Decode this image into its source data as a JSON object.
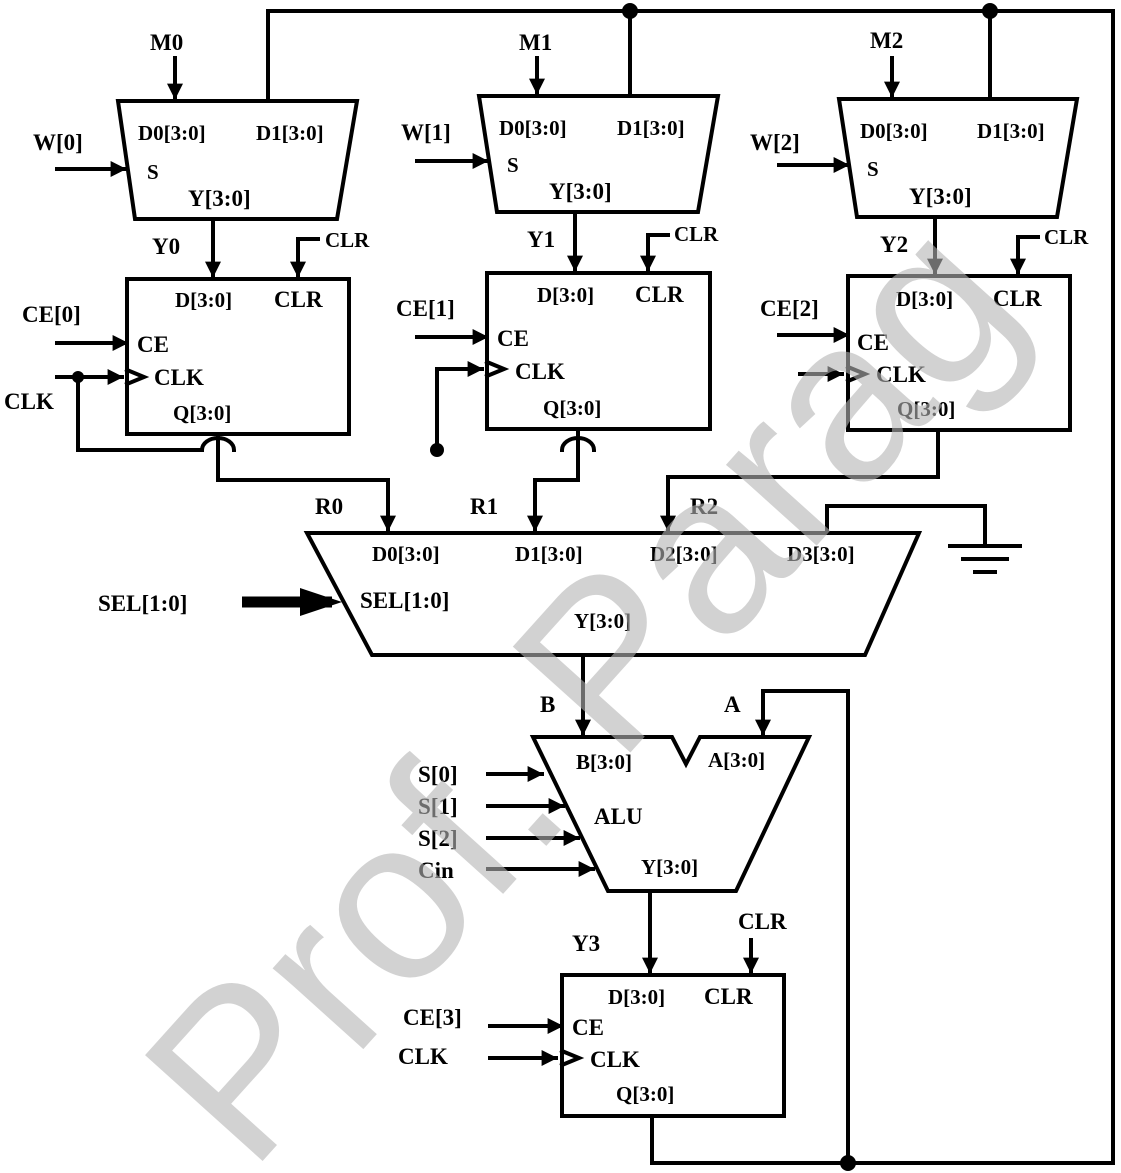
{
  "labels": {
    "m0": "M0",
    "m1": "M1",
    "m2": "M2",
    "w0": "W[0]",
    "w1": "W[1]",
    "w2": "W[2]",
    "y0": "Y0",
    "y1": "Y1",
    "y2": "Y2",
    "y3": "Y3",
    "ce0": "CE[0]",
    "ce1": "CE[1]",
    "ce2": "CE[2]",
    "ce3": "CE[3]",
    "clk_in": "CLK",
    "clk_in2": "CLK",
    "clr": "CLR",
    "r0": "R0",
    "r1": "R1",
    "r2": "R2",
    "sel": "SEL[1:0]",
    "b": "B",
    "a": "A",
    "s0": "S[0]",
    "s1": "S[1]",
    "s2": "S[2]",
    "cin": "Cin"
  },
  "ports": {
    "d0": "D0",
    "d1": "D1",
    "d2": "D2",
    "d3": "D3",
    "bus4": "[3:0]",
    "s": "S",
    "y": "Y",
    "d": "D",
    "q": "Q",
    "clr": "CLR",
    "ce": "CE",
    "clk": "CLK",
    "sel": "SEL[1:0]",
    "b": "B",
    "a": "A",
    "alu": "ALU"
  },
  "watermark": "Prof. Parag"
}
